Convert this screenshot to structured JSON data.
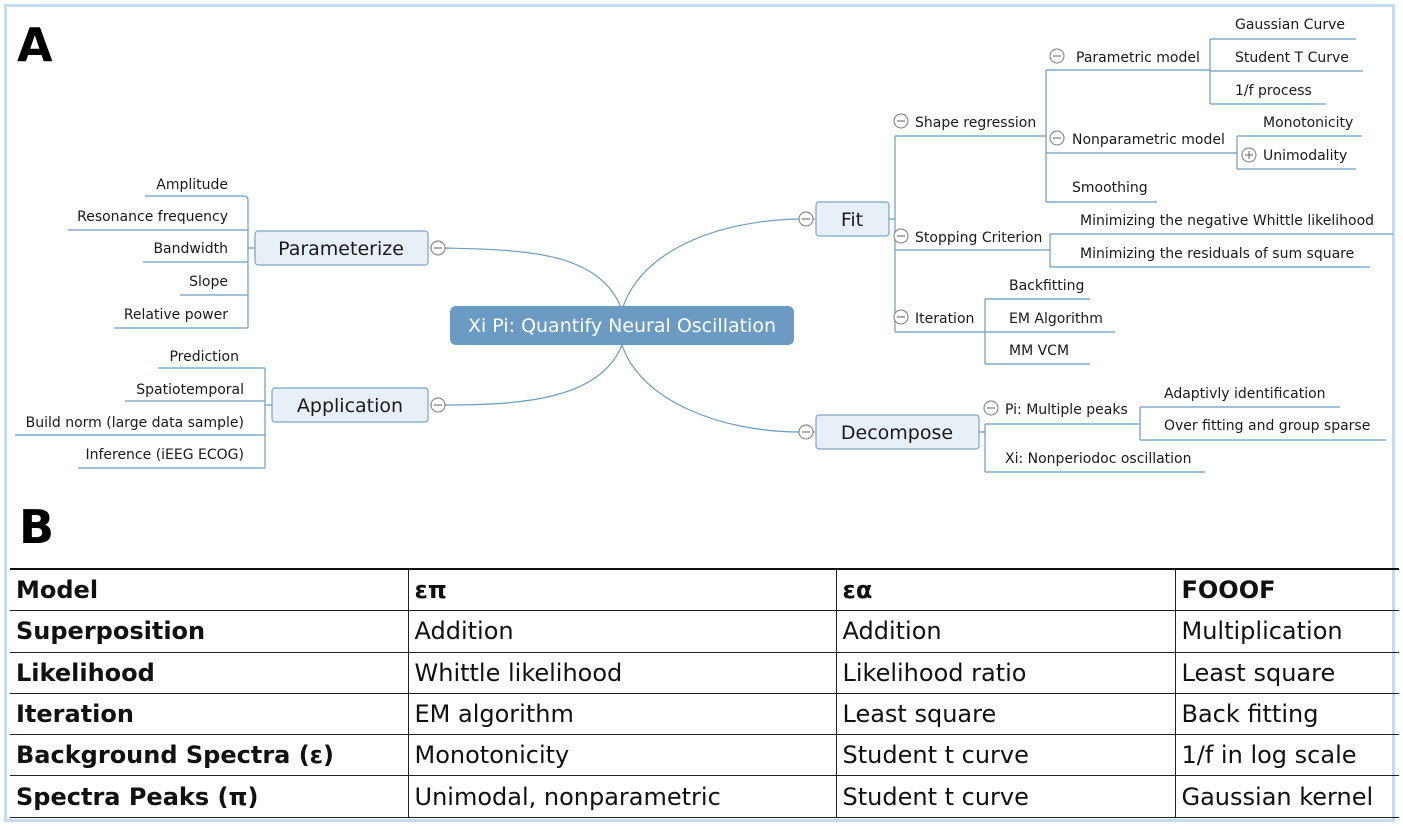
{
  "panel_a_label": "A",
  "panel_b_label": "B",
  "mindmap": {
    "central": "Xi Pi: Quantify Neural Oscillation",
    "parameterize": {
      "label": "Parameterize",
      "children": [
        "Amplitude",
        "Resonance frequency",
        "Bandwidth",
        "Slope",
        "Relative power"
      ]
    },
    "application": {
      "label": "Application",
      "children": [
        "Prediction",
        "Spatiotemporal",
        "Build norm (large data sample)",
        "Inference (iEEG ECOG)"
      ]
    },
    "fit": {
      "label": "Fit",
      "shape_regression": "Shape regression",
      "parametric_model": "Parametric model",
      "parametric_children": [
        "Gaussian Curve",
        "Student T Curve",
        "1/f process"
      ],
      "nonparametric_model": "Nonparametric model",
      "nonparametric_children": [
        "Monotonicity",
        "Unimodality"
      ],
      "smoothing": "Smoothing",
      "stopping_criterion": "Stopping Criterion",
      "stopping_children": [
        "Minimizing the negative Whittle likelihood",
        "Minimizing the residuals of sum square"
      ],
      "iteration": "Iteration",
      "iteration_children": [
        "Backfitting",
        "EM Algorithm",
        "MM VCM"
      ]
    },
    "decompose": {
      "label": "Decompose",
      "pi": "Pi: Multiple peaks",
      "pi_children": [
        "Adaptivly identification",
        "Over fitting and group sparse"
      ],
      "xi": "Xi: Nonperiodoc oscillation"
    }
  },
  "table": {
    "header": [
      "Model",
      "επ",
      "εα",
      "FOOOF"
    ],
    "rows": [
      [
        "Superposition",
        "Addition",
        "Addition",
        "Multiplication"
      ],
      [
        "Likelihood",
        "Whittle likelihood",
        "Likelihood ratio",
        "Least square"
      ],
      [
        "Iteration",
        "EM algorithm",
        "Least square",
        "Back fitting"
      ],
      [
        "Background Spectra (ε)",
        "Monotonicity",
        "Student t curve",
        "1/f in log scale"
      ],
      [
        "Spectra Peaks (π)",
        "Unimodal, nonparametric",
        "Student t curve",
        "Gaussian kernel"
      ]
    ]
  }
}
